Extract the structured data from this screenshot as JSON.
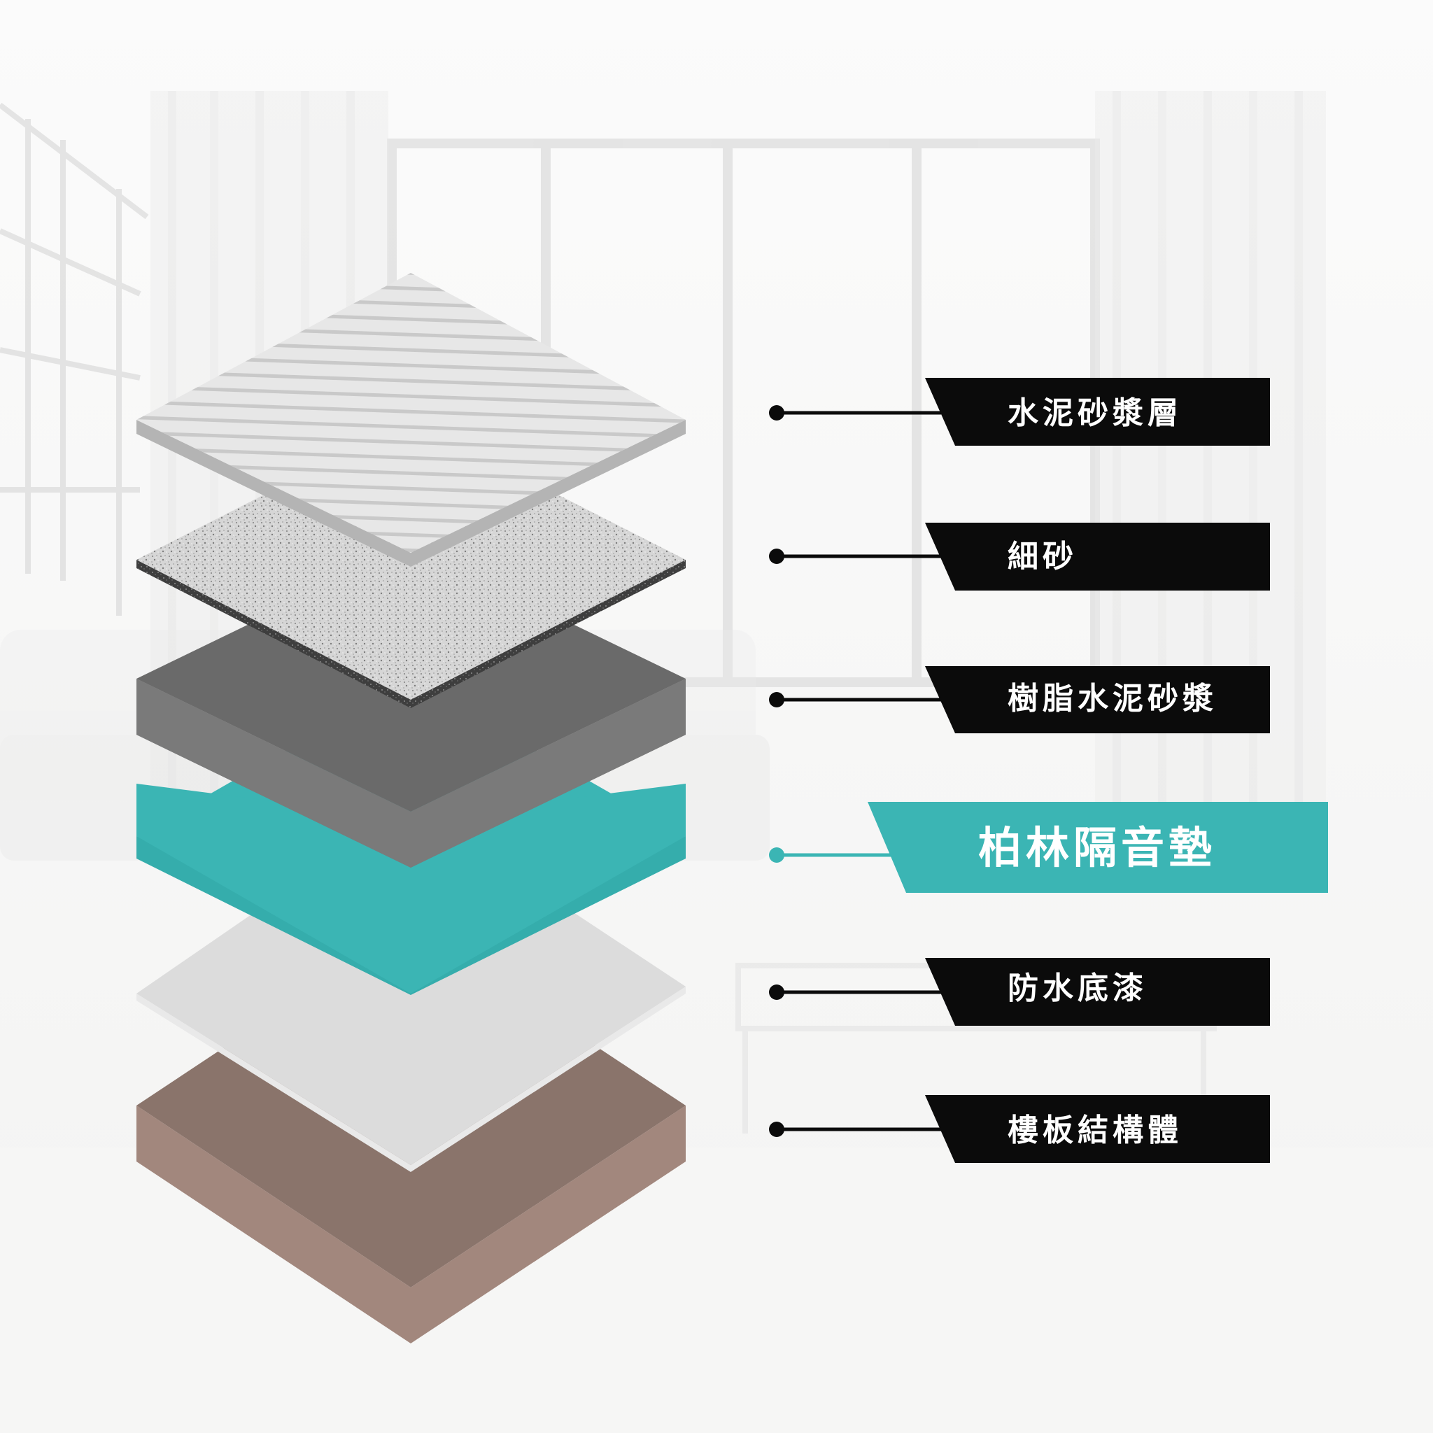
{
  "diagram": {
    "layers": [
      {
        "id": "cement-mortar-layer",
        "label": "水泥砂漿層",
        "highlight": false
      },
      {
        "id": "fine-sand",
        "label": "細砂",
        "highlight": false
      },
      {
        "id": "resin-cement-mortar",
        "label": "樹脂水泥砂漿",
        "highlight": false
      },
      {
        "id": "berlin-sound-pad",
        "label": "柏林隔音墊",
        "highlight": true
      },
      {
        "id": "waterproof-primer",
        "label": "防水底漆",
        "highlight": false
      },
      {
        "id": "floor-slab-structure",
        "label": "樓板結構體",
        "highlight": false
      }
    ],
    "colors": {
      "label_bg": "#0b0b0b",
      "highlight": "#3bb5b4",
      "label_text": "#ffffff",
      "mortar_top": "#e6e6e6",
      "mortar_side": "#b4b4b4",
      "sand_top": "#d2d2d2",
      "sand_side": "#4a4a4a",
      "resin_top": "#6a6a6a",
      "resin_side": "#7a7a7a",
      "pad_top": "#3bb5b4",
      "pad_side": "#35adac",
      "primer_top": "#dcdcdc",
      "primer_side": "#e9e9e9",
      "slab_top": "#8a746b",
      "slab_side": "#a2877d"
    }
  }
}
